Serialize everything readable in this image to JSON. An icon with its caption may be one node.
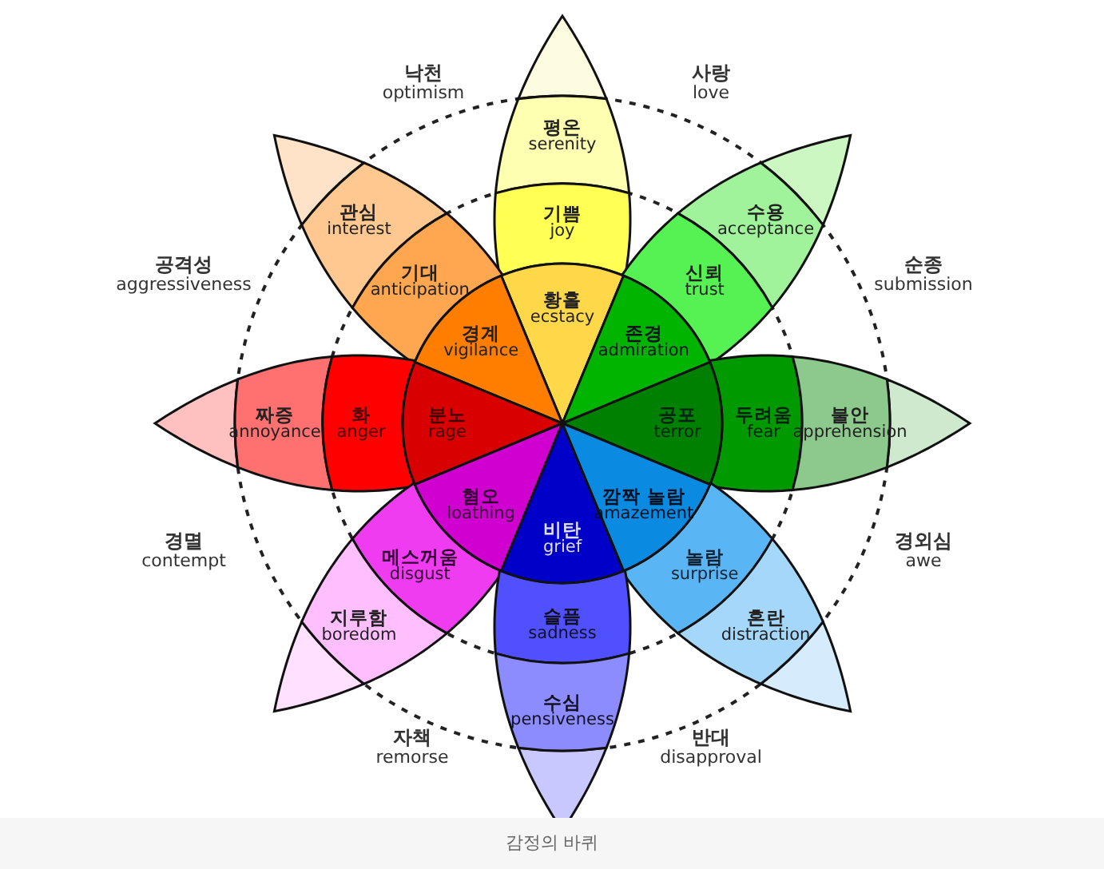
{
  "diagram": {
    "caption": "감정의 바퀴",
    "nodes": [
      {
        "text": [
          "평온",
          "serenity"
        ]
      },
      {
        "text": [
          "기쁨",
          "joy"
        ]
      },
      {
        "text": [
          "황홀",
          "ecstacy"
        ]
      },
      {
        "text": [
          "관심",
          "interest"
        ]
      },
      {
        "text": [
          "기대",
          "anticipation"
        ]
      },
      {
        "text": [
          "경계",
          "vigilance"
        ]
      },
      {
        "text": [
          "수용",
          "acceptance"
        ]
      },
      {
        "text": [
          "신뢰",
          "trust"
        ]
      },
      {
        "text": [
          "존경",
          "admiration"
        ]
      },
      {
        "text": [
          "짜증",
          "annoyance"
        ]
      },
      {
        "text": [
          "화",
          "anger"
        ]
      },
      {
        "text": [
          "분노",
          "rage"
        ]
      },
      {
        "text": [
          "공포",
          "terror"
        ]
      },
      {
        "text": [
          "두려움",
          "fear"
        ]
      },
      {
        "text": [
          "불안",
          "apprehension"
        ]
      },
      {
        "text": [
          "혐오",
          "loathing"
        ]
      },
      {
        "text": [
          "깜짝 놀람",
          "amazement"
        ]
      },
      {
        "text": [
          "비탄",
          "grief"
        ]
      },
      {
        "text": [
          "메스꺼움",
          "disgust"
        ]
      },
      {
        "text": [
          "놀람",
          "surprise"
        ]
      },
      {
        "text": [
          "지루함",
          "boredom"
        ]
      },
      {
        "text": [
          "슬픔",
          "sadness"
        ]
      },
      {
        "text": [
          "혼란",
          "distraction"
        ]
      },
      {
        "text": [
          "수심",
          "pensiveness"
        ]
      }
    ],
    "labels": [
      "낙천",
      "optimism",
      "사랑",
      "love",
      "공격성",
      "aggressiveness",
      "순종",
      "submission",
      "경멸",
      "contempt",
      "경외심",
      "awe",
      "자책",
      "remorse",
      "반대",
      "disapproval"
    ]
  }
}
